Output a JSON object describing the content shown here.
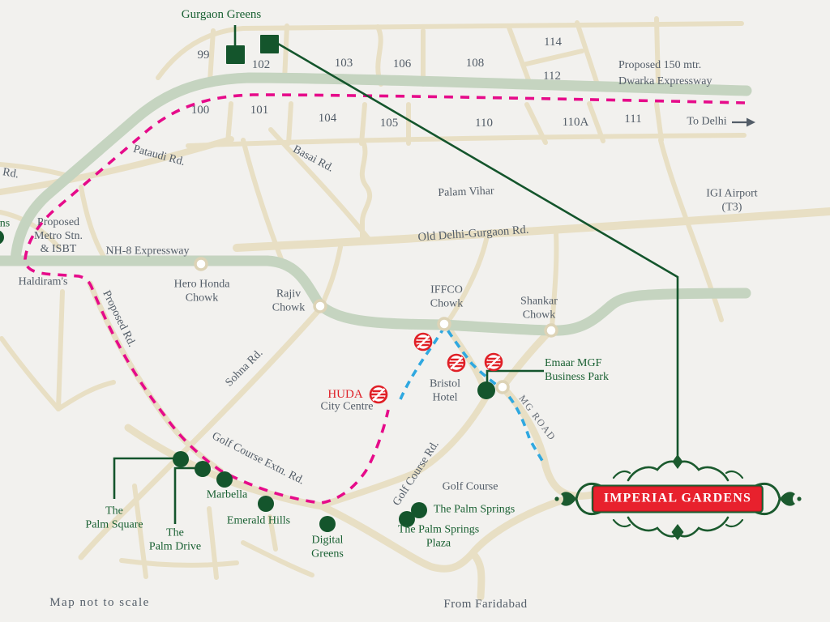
{
  "map": {
    "badge": "IMPERIAL GARDENS",
    "note": "Map not to scale",
    "labels": {
      "gurgaon_greens": "Gurgaon Greens",
      "proposed_dwarka": "Proposed 150 mtr.\nDwarka Expressway",
      "to_delhi": "To Delhi",
      "pataudi": "Pataudi Rd.",
      "basai": "Basai Rd.",
      "palam_vihar": "Palam Vihar",
      "old_delhi": "Old Delhi-Gurgaon Rd.",
      "igi_airport": "IGI Airport\n(T3)",
      "rd_stub": "Rd.",
      "ns_stub": "ns",
      "metro_stn": "Proposed\nMetro Stn.\n& ISBT",
      "nh8": "NH-8 Expressway",
      "haldirams": "Haldiram's",
      "hero_honda": "Hero Honda\nChowk",
      "rajiv": "Rajiv\nChowk",
      "iffco": "IFFCO\nChowk",
      "shankar": "Shankar\nChowk",
      "proposed_rd": "Proposed Rd.",
      "sohna": "Sohna Rd.",
      "huda": "HUDA",
      "city_centre": "City Centre",
      "bristol": "Bristol\nHotel",
      "emaar": "Emaar MGF\nBusiness Park",
      "mg_road": "MG ROAD",
      "golf_extn": "Golf Course Extn. Rd.",
      "golf_rd": "Golf Course Rd.",
      "golf_course": "Golf Course",
      "palm_springs": "The Palm Springs",
      "palm_springs_plaza": "The Palm Springs\nPlaza",
      "palm_square": "The\nPalm Square",
      "palm_drive": "The\nPalm Drive",
      "marbella": "Marbella",
      "emerald_hills": "Emerald Hills",
      "digital_greens": "Digital\nGreens",
      "from_faridabad": "From Faridabad"
    },
    "sectors": {
      "s99": "99",
      "s100": "100",
      "s101": "101",
      "s102": "102",
      "s103": "103",
      "s104": "104",
      "s105": "105",
      "s106": "106",
      "s108": "108",
      "s110": "110",
      "s110a": "110A",
      "s111": "111",
      "s112": "112",
      "s114": "114"
    },
    "colors": {
      "background": "#f2f1ee",
      "road": "#e8dfc4",
      "expressway_band": "#c5d4c0",
      "proposed_pink": "#e60b8a",
      "metro_blue": "#2fa8e0",
      "project_green": "#1b5a2e",
      "text_gray": "#535d68",
      "badge_red": "#e8212d"
    }
  }
}
